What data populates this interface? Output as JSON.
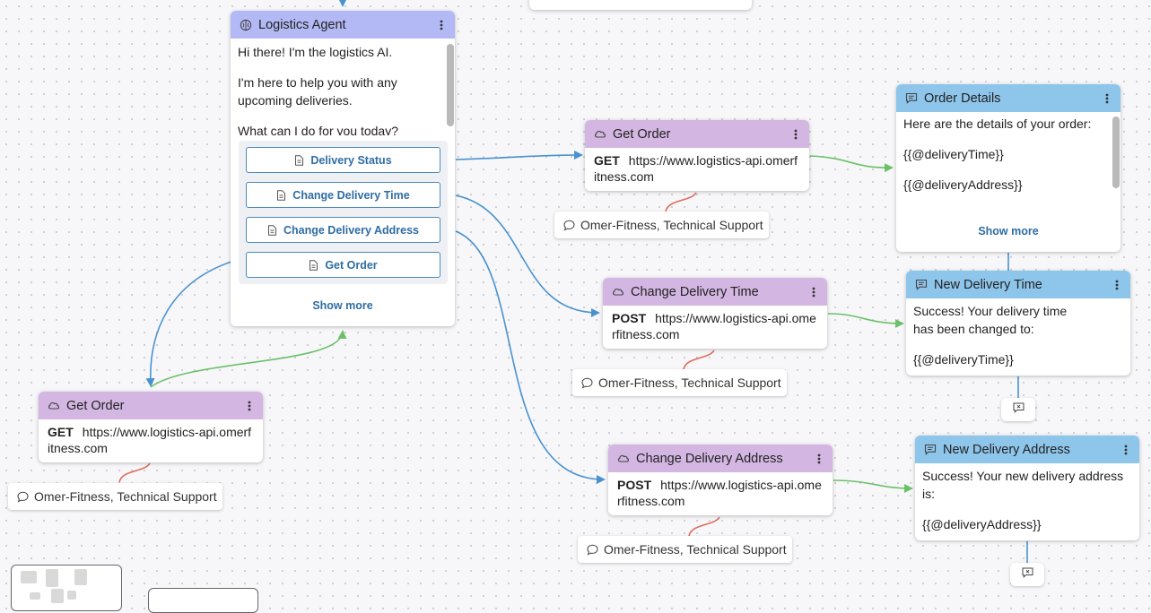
{
  "agent_node": {
    "title": "Logistics Agent",
    "messages": [
      "Hi there! I'm the logistics AI.",
      "I'm here to help you with any upcoming deliveries.",
      "What can I do for you today?"
    ],
    "buttons": [
      "Delivery Status",
      "Change Delivery Time",
      "Change Delivery Address",
      "Get Order"
    ],
    "show_more": "Show more"
  },
  "api_nodes": {
    "get_order_main": {
      "title": "Get Order",
      "method": "GET",
      "url": "https://www.logistics-api.omerfitness.com"
    },
    "change_time": {
      "title": "Change Delivery Time",
      "method": "POST",
      "url": "https://www.logistics-api.omerfitness.com"
    },
    "change_address": {
      "title": "Change Delivery Address",
      "method": "POST",
      "url": "https://www.logistics-api.omerfitness.com"
    },
    "get_order_left": {
      "title": "Get Order",
      "method": "GET",
      "url": "https://www.logistics-api.omerfitness.com"
    }
  },
  "tags": {
    "get_order_main": "Omer-Fitness, Technical Support",
    "change_time": "Omer-Fitness, Technical Support",
    "change_address": "Omer-Fitness, Technical Support",
    "get_order_left": "Omer-Fitness, Technical Support"
  },
  "message_nodes": {
    "order_details": {
      "title": "Order Details",
      "lines": [
        "Here are the details of your order:",
        "{{@deliveryTime}}",
        "{{@deliveryAddress}}"
      ],
      "show_more": "Show more"
    },
    "new_time": {
      "title": "New Delivery Time",
      "lines": [
        "Success! Your delivery time has been changed to:",
        "{{@deliveryTime}}"
      ]
    },
    "new_address": {
      "title": "New Delivery Address",
      "lines": [
        "Success! Your new delivery address is:",
        "{{@deliveryAddress}}"
      ]
    }
  },
  "icons": {
    "agent": "brain-icon",
    "api": "cloud-icon",
    "message": "message-square-icon",
    "tag": "chat-bubble-icon",
    "button": "document-icon",
    "menu": "kebab-menu-icon",
    "chip": "message-x-icon"
  },
  "colors": {
    "agent_header": "#b3b9f5",
    "api_header": "#d3b6e2",
    "message_header": "#8ec5ea",
    "edge_blue": "#4a92cf",
    "edge_green": "#6cc06a",
    "edge_red": "#e06a5a",
    "link": "#2f6da3"
  }
}
